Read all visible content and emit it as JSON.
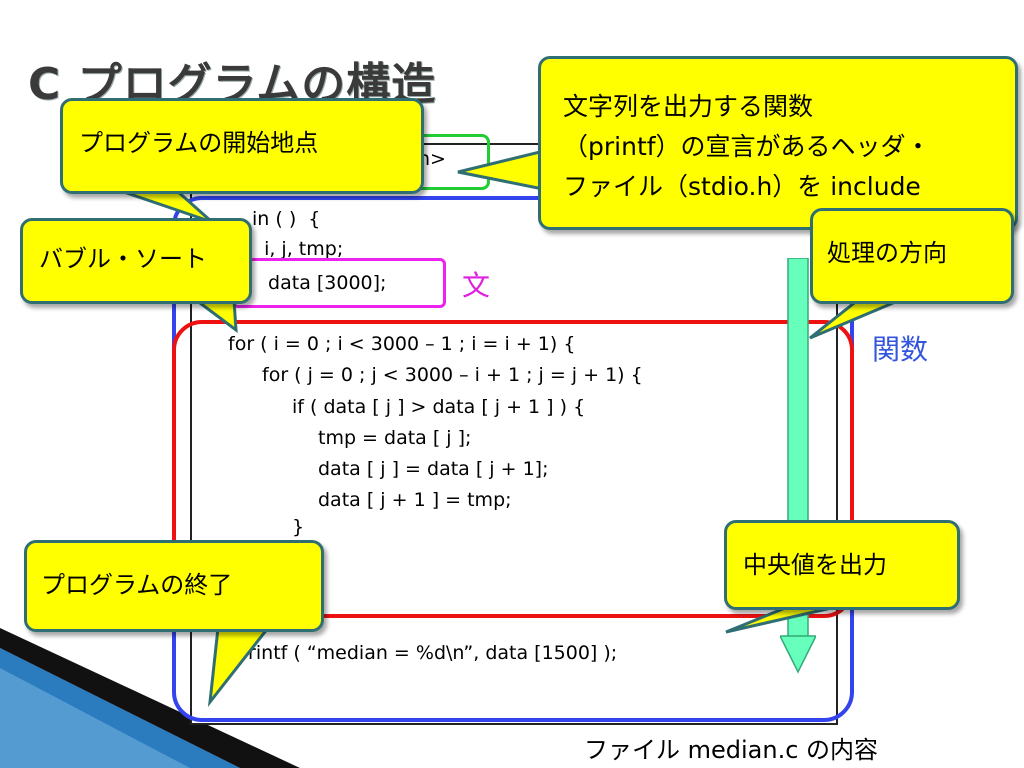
{
  "slide": {
    "title": "C プログラムの構造",
    "caption": "ファイル median.c の内容",
    "labels": {
      "bun": "文",
      "kansu": "関数"
    },
    "colors": {
      "bun": "#e020e0",
      "kansu": "#3355dd",
      "green_frame": "#22cc33",
      "blue_frame": "#3344ee",
      "red_frame": "#ee1111",
      "magenta_frame": "#ee22ee",
      "callout_fill": "#ffff00",
      "callout_border": "#2f6f73",
      "arrow_fill": "#66ffbb",
      "arrow_stroke": "#33aa77"
    },
    "code": {
      "line1": "n>",
      "line2": "in ( )  {",
      "line3": "  i, j, tmp;",
      "line4": " data [3000];",
      "line6": "for ( i = 0 ; i < 3000 – 1 ; i = i + 1) {",
      "line7": "for ( j = 0 ; j < 3000 – i + 1 ; j = j + 1) {",
      "line8": "if ( data [ j ] > data [ j + 1 ] ) {",
      "line9": "tmp = data [ j ];",
      "line10": "data [ j ] = data [ j + 1];",
      "line11": "data [ j + 1 ] = tmp;",
      "line12": "}",
      "line14": "printf ( “median = %d\\n”, data [1500] );",
      "line15": "}"
    },
    "callouts": {
      "start": "プログラムの開始地点",
      "header": "文字列を出力する関数\n（printf）の宣言があるヘッダ・\nファイル（stdio.h）を include",
      "bubble": "バブル・ソート",
      "direction": "処理の方向",
      "end": "プログラムの終了",
      "median": "中央値を出力"
    }
  }
}
